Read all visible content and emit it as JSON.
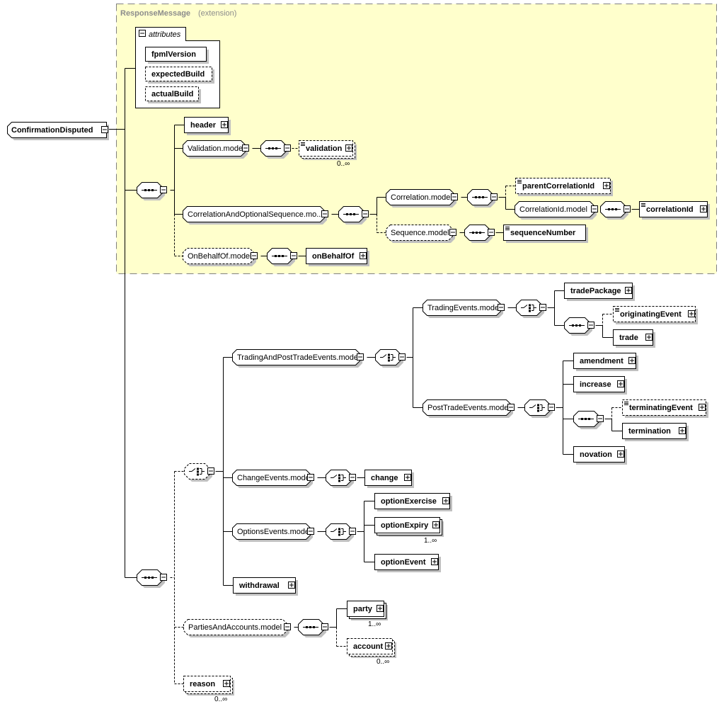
{
  "colors": {
    "extension_bg": "#ffffcc",
    "extension_border": "#808080",
    "shadow": "#c0c0c0",
    "line": "#000000"
  },
  "root": {
    "name": "ConfirmationDisputed"
  },
  "extension": {
    "base_type": "ResponseMessage",
    "kind_label": "(extension)"
  },
  "attributes": {
    "label": "attributes",
    "items": [
      {
        "name": "fpmlVersion",
        "optional": false
      },
      {
        "name": "expectedBuild",
        "optional": true
      },
      {
        "name": "actualBuild",
        "optional": true
      }
    ]
  },
  "nodes": {
    "header": {
      "name": "header"
    },
    "validation_model": {
      "name": "Validation.model"
    },
    "validation": {
      "name": "validation",
      "occurs": "0..∞"
    },
    "corr_seq_model": {
      "name": "CorrelationAndOptionalSequence.mo..."
    },
    "correlation_model": {
      "name": "Correlation.model"
    },
    "parent_correlation_id": {
      "name": "parentCorrelationId"
    },
    "correlation_id_model": {
      "name": "CorrelationId.model"
    },
    "correlation_id": {
      "name": "correlationId"
    },
    "sequence_model": {
      "name": "Sequence.model"
    },
    "sequence_number": {
      "name": "sequenceNumber"
    },
    "on_behalf_of_model": {
      "name": "OnBehalfOf.model"
    },
    "on_behalf_of": {
      "name": "onBehalfOf"
    },
    "trading_post_trade_model": {
      "name": "TradingAndPostTradeEvents.model"
    },
    "trading_events_model": {
      "name": "TradingEvents.model"
    },
    "trade_package": {
      "name": "tradePackage"
    },
    "originating_event": {
      "name": "originatingEvent"
    },
    "trade": {
      "name": "trade"
    },
    "post_trade_events_model": {
      "name": "PostTradeEvents.model"
    },
    "amendment": {
      "name": "amendment"
    },
    "increase": {
      "name": "increase"
    },
    "terminating_event": {
      "name": "terminatingEvent"
    },
    "termination": {
      "name": "termination"
    },
    "novation": {
      "name": "novation"
    },
    "change_events_model": {
      "name": "ChangeEvents.model"
    },
    "change": {
      "name": "change"
    },
    "options_events_model": {
      "name": "OptionsEvents.model"
    },
    "option_exercise": {
      "name": "optionExercise"
    },
    "option_expiry": {
      "name": "optionExpiry",
      "occurs": "1..∞"
    },
    "option_event": {
      "name": "optionEvent"
    },
    "withdrawal": {
      "name": "withdrawal"
    },
    "parties_accounts_model": {
      "name": "PartiesAndAccounts.model"
    },
    "party": {
      "name": "party",
      "occurs": "1..∞"
    },
    "account": {
      "name": "account",
      "occurs": "0..∞"
    },
    "reason": {
      "name": "reason",
      "occurs": "0..∞"
    }
  }
}
